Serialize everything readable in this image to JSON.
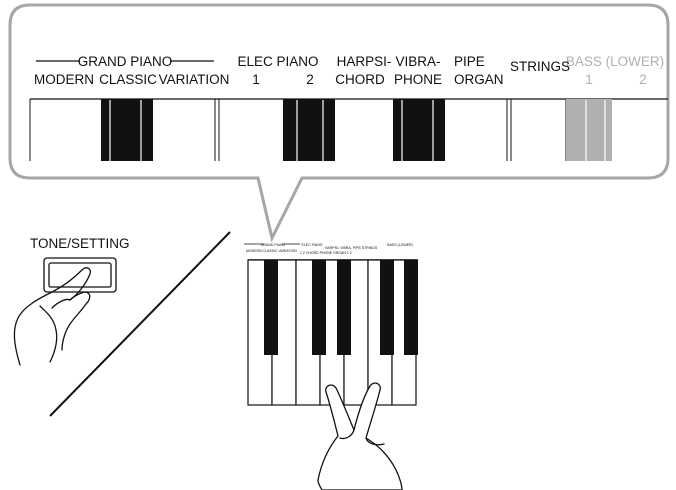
{
  "callout": {
    "group_grand_piano": "GRAND PIANO",
    "group_bass_lower": "BASS (LOWER)",
    "tones": [
      {
        "line1": "",
        "line2": "MODERN"
      },
      {
        "line1": "",
        "line2": "CLASSIC"
      },
      {
        "line1": "",
        "line2": "VARIATION"
      },
      {
        "line1": "ELEC PIANO",
        "line2": "1"
      },
      {
        "line1": "",
        "line2": "2"
      },
      {
        "line1": "HARPSI-",
        "line2": "CHORD"
      },
      {
        "line1": "VIBRA-",
        "line2": "PHONE"
      },
      {
        "line1": "PIPE",
        "line2": "ORGAN"
      },
      {
        "line1": "",
        "line2": "STRINGS"
      },
      {
        "line1": "",
        "line2": "1"
      },
      {
        "line1": "",
        "line2": "2"
      }
    ],
    "grayed_color": "#b0b0b0",
    "black_key_color": "#111111"
  },
  "button": {
    "label": "TONE/SETTING"
  },
  "mini": {
    "group_grand_piano": "GRAND PIANO",
    "group_bass_lower": "BASS (LOWER)",
    "line_a": "MODERN  CLASSIC  VARIATION",
    "line_b": "ELEC PIANO",
    "line_c": "HARPSI-  VIBRA-  PIPE   STRINGS",
    "line_d": "1   2   CHORD  PHONE  ORGAN   1   2"
  }
}
